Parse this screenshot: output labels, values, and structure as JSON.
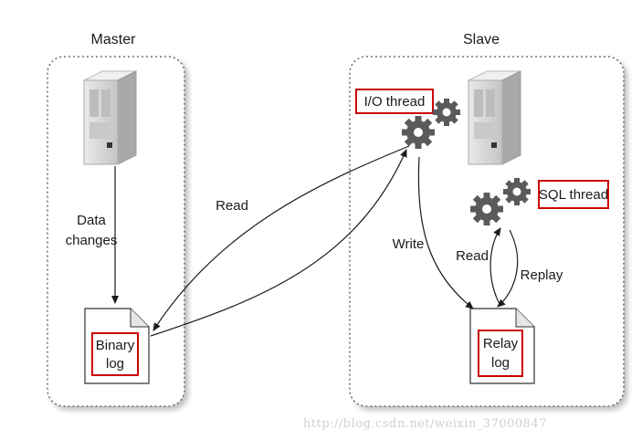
{
  "master": {
    "title": "Master"
  },
  "slave": {
    "title": "Slave"
  },
  "labels": {
    "data_changes_line1": "Data",
    "data_changes_line2": "changes",
    "read_main": "Read",
    "write": "Write",
    "read_sql": "Read",
    "replay": "Replay"
  },
  "threads": {
    "io": "I/O thread",
    "sql": "SQL thread"
  },
  "logs": {
    "binary_line1": "Binary",
    "binary_line2": "log",
    "relay_line1": "Relay",
    "relay_line2": "log"
  },
  "colors": {
    "highlight": "#cc0000",
    "gear": "#5a5a5a",
    "server": "#d6d6d6"
  },
  "watermark": "http://blog.csdn.net/weixin_37000847"
}
